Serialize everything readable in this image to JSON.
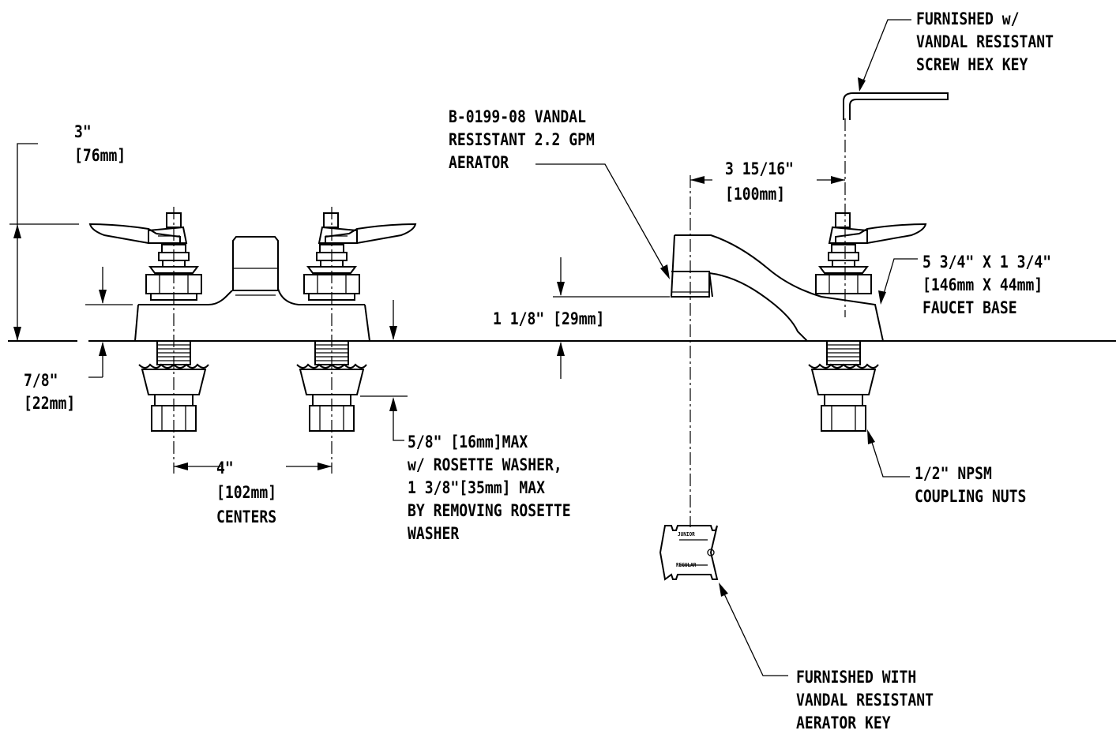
{
  "labels": {
    "hex_key": "FURNISHED w/\nVANDAL RESISTANT\nSCREW HEX KEY",
    "aerator": "B-0199-08 VANDAL\nRESISTANT 2.2 GPM\nAERATOR",
    "height_3in": "3\"\n[76mm]",
    "offset_spout": "3 15/16\"\n[100mm]",
    "base_size": "5 3/4\" X 1 3/4\"\n[146mm X 44mm]\nFAUCET BASE",
    "spout_height": "1 1/8\" [29mm]",
    "base_depth": "7/8\"\n[22mm]",
    "centers": "4\"\n[102mm]\nCENTERS",
    "shank_max": "5/8\" [16mm]MAX\nw/ ROSETTE WASHER,\n1 3/8\"[35mm] MAX\nBY REMOVING ROSETTE\nWASHER",
    "coupling_nuts": "1/2\" NPSM\nCOUPLING NUTS",
    "aerator_key": "FURNISHED WITH\nVANDAL RESISTANT\nAERATOR KEY",
    "key_face_top": "JUNIOR",
    "key_face_bottom": "REGULAR"
  },
  "colors": {
    "ink": "#000000",
    "paper": "#ffffff"
  }
}
